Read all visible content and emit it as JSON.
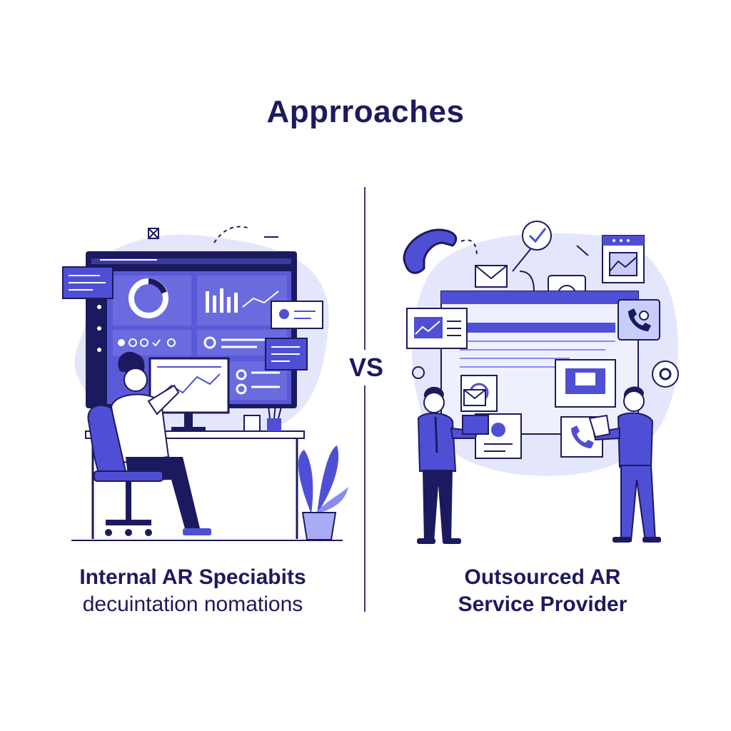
{
  "title": "Apprroaches",
  "vs_label": "VS",
  "left": {
    "caption_line1": "Internal AR Speciabits",
    "caption_line2": "decuintation nomations"
  },
  "right": {
    "caption_line1": "Outsourced AR",
    "caption_line2": "Service Provider"
  },
  "colors": {
    "navy": "#1c1a5e",
    "accent": "#4f4fd6",
    "light": "#c9cdfa",
    "blob": "#e4e6fc"
  }
}
